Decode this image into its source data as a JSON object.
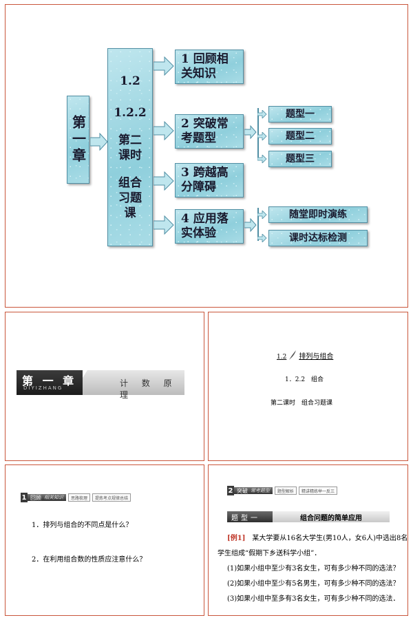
{
  "slide1": {
    "chapter": "第一章",
    "middle": [
      "1.2",
      "1.2.2",
      "第二课时",
      "组合习题课"
    ],
    "sections": [
      {
        "line1": "1 回顾相",
        "line2": "关知识"
      },
      {
        "line1": "2 突破常",
        "line2": "考题型"
      },
      {
        "line1": "3 跨越高",
        "line2": "分障碍"
      },
      {
        "line1": "4 应用落",
        "line2": "实体验"
      }
    ],
    "types": [
      "题型一",
      "题型二",
      "题型三"
    ],
    "practice": [
      "随堂即时演练",
      "课时达标检测"
    ]
  },
  "slide2": {
    "chapter": "第 一 章",
    "pinyin": "DIYIZHANG",
    "title": "计 数 原 理"
  },
  "slide3": {
    "section_num": "1.2",
    "section_title": "排列与组合",
    "subsection": "1．2.2　组合",
    "lesson": "第二课时　组合习题课"
  },
  "slide4": {
    "num": "1",
    "tab": "回顾",
    "tab_sub": "相关知识",
    "subtabs": [
      "思路梳理",
      "提炼考点规律总结"
    ],
    "q1": "1．排列与组合的不同点是什么？",
    "q2": "2．在利用组合数的性质应注意什么？"
  },
  "slide5": {
    "num": "2",
    "tab": "突破",
    "tab_sub": "常考题型",
    "subtabs": [
      "题型解析",
      "精讲精练举一反三"
    ],
    "type_label": "题型一",
    "type_title": "组合问题的简单应用",
    "example_tag": "[例1]",
    "example_line1": "　某大学要从16名大学生(男10人，女6人)中选出8名",
    "example_line2": "学生组成“假期下乡送科学小组”．",
    "q1": "(1)如果小组中至少有3名女生，可有多少种不同的选法？",
    "q2": "(2)如果小组中至少有5名男生，可有多少种不同的选法？",
    "q3": "(3)如果小组中至多有3名女生，可有多少种不同的选法．"
  }
}
